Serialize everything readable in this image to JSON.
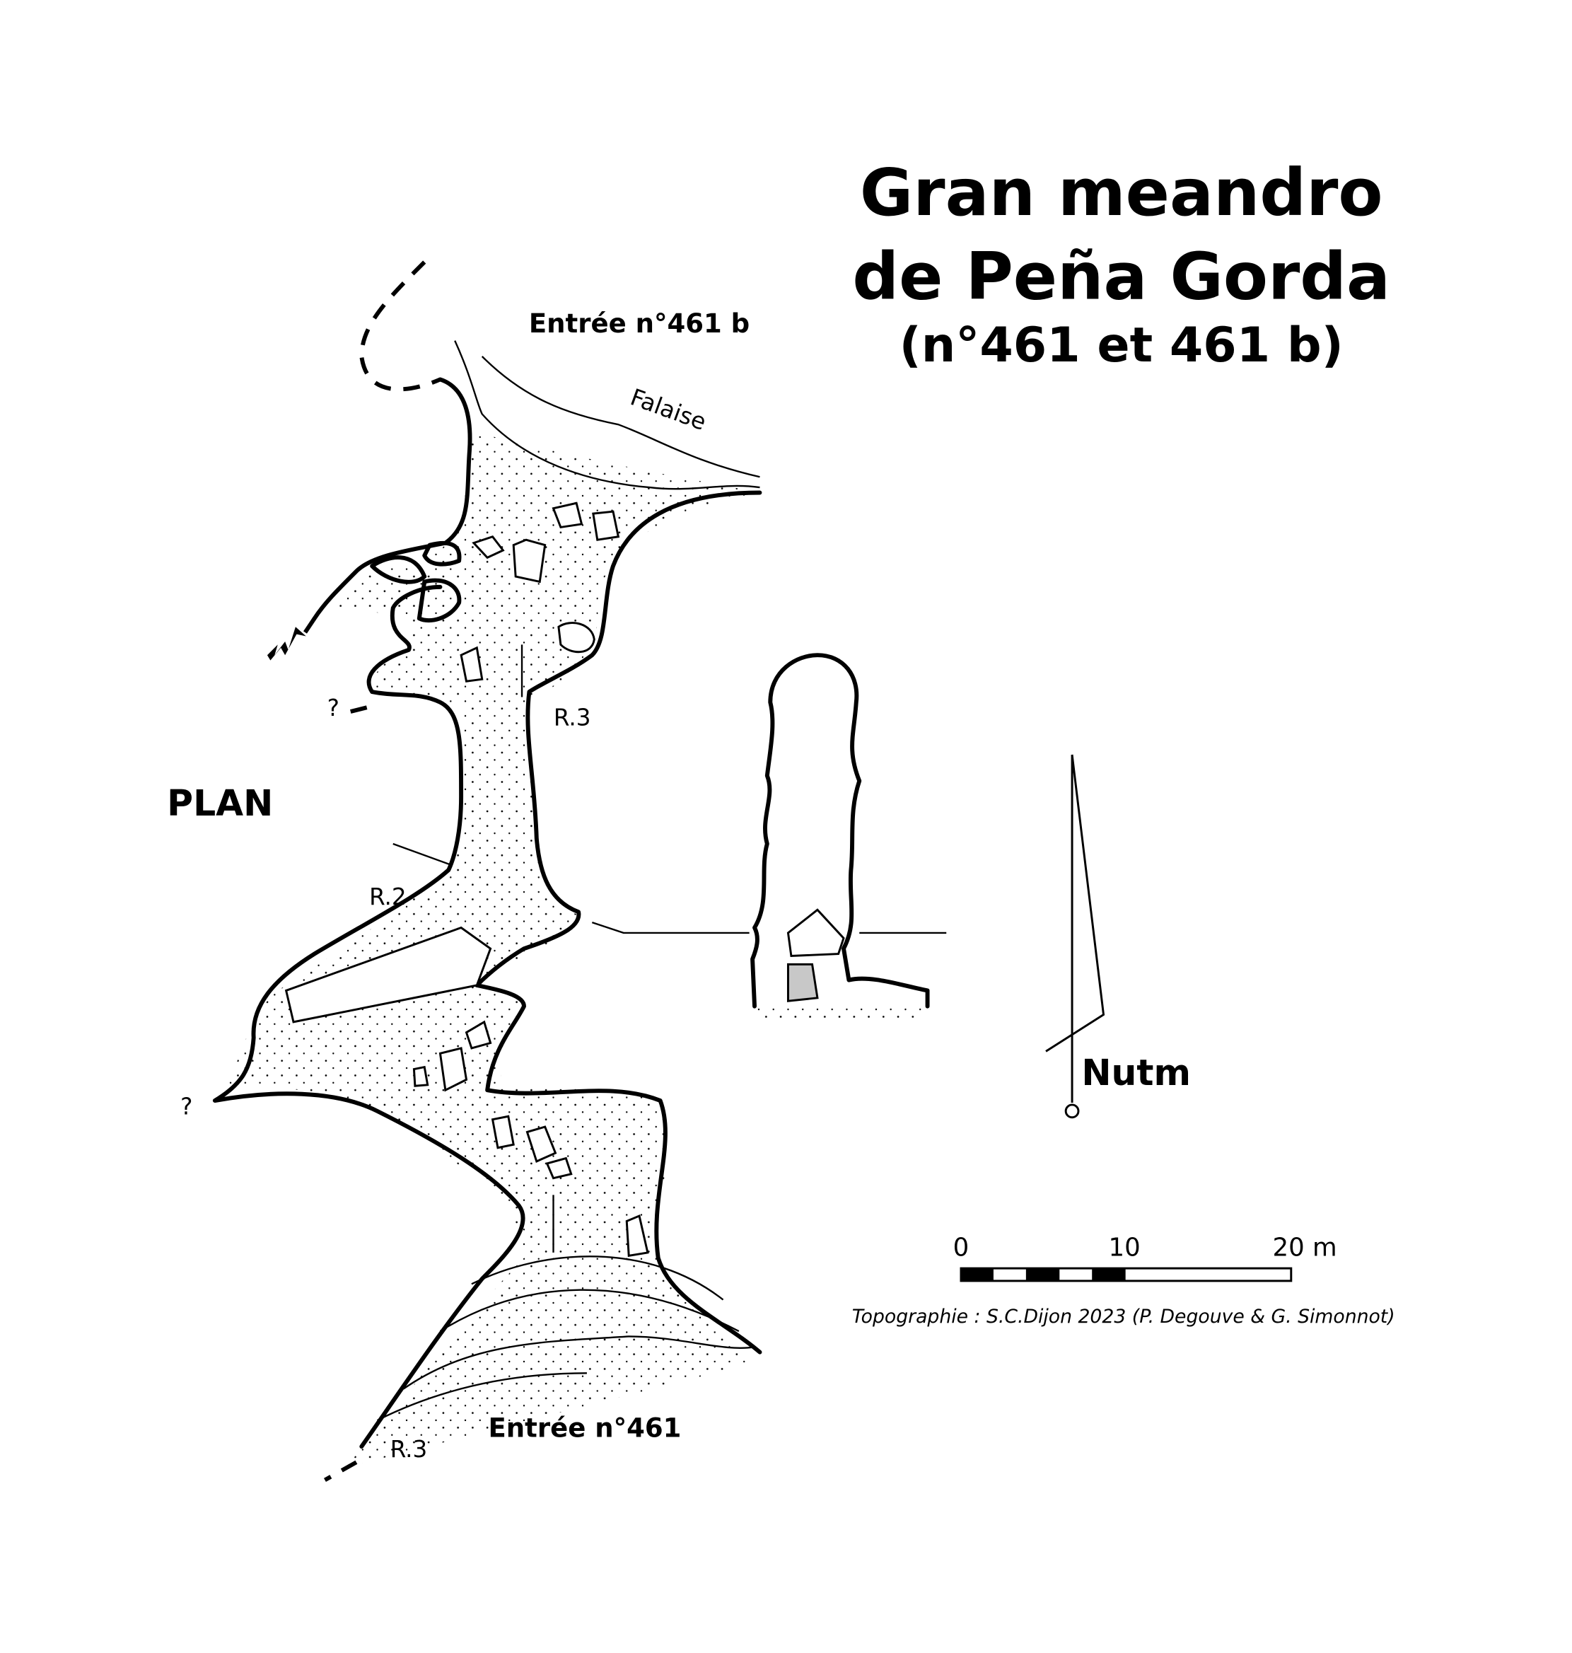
{
  "title": {
    "line1": "Gran meandro",
    "line2": "de Peña Gorda",
    "line3": "(n°461 et 461 b)"
  },
  "labels": {
    "entrance_b": "Entrée n°461 b",
    "entrance": "Entrée n°461",
    "cliff": "Falaise",
    "plan": "PLAN",
    "drop_r3_top": "R.3",
    "drop_r2": "R.2",
    "drop_r3_bottom": "R.3",
    "unknown_1": "?",
    "unknown_2": "?"
  },
  "north": {
    "label": "Nutm"
  },
  "scale_bar": {
    "ticks": [
      "0",
      "10",
      "20 m"
    ]
  },
  "credit": "Topographie : S.C.Dijon 2023  (P. Degouve & G. Simonnot)"
}
